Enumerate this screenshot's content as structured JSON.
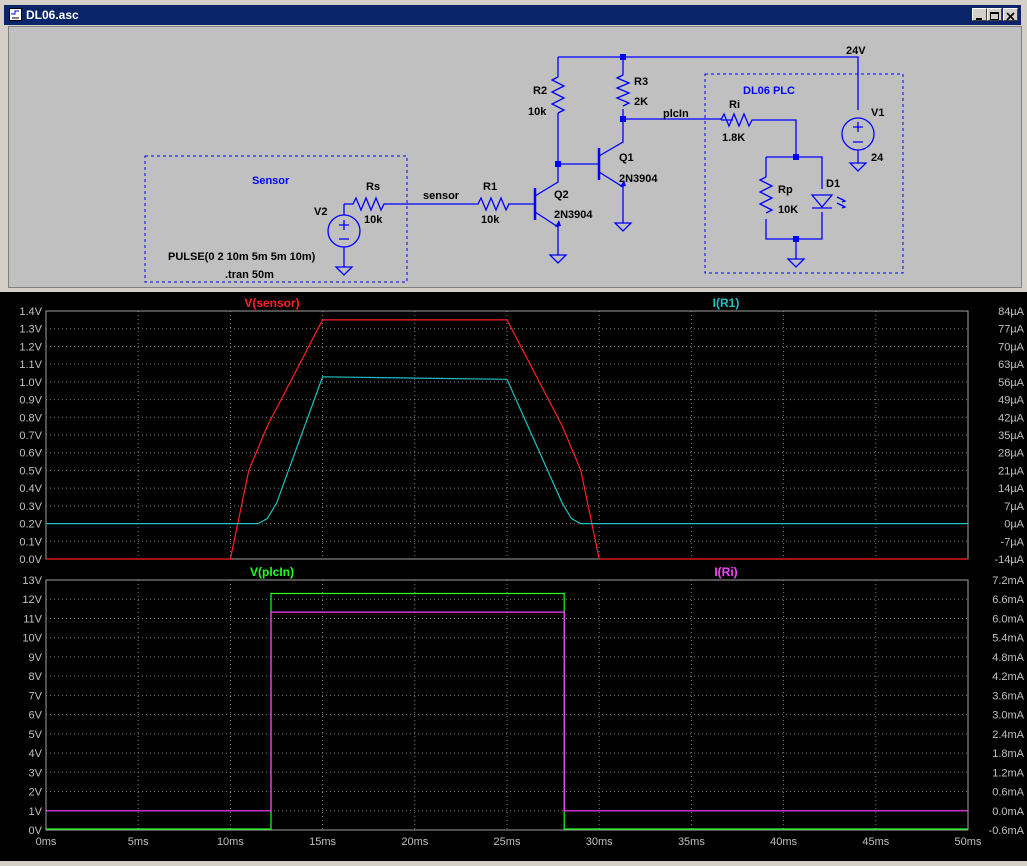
{
  "window": {
    "title": "DL06.asc"
  },
  "schematic": {
    "labels": {
      "net_24v": "24V",
      "net_plcin": "plcIn",
      "net_sensor": "sensor",
      "R2": "R2",
      "R2_val": "10k",
      "R3": "R3",
      "R3_val": "2K",
      "Q1": "Q1",
      "Q1_model": "2N3904",
      "Q2": "Q2",
      "Q2_model": "2N3904",
      "R1": "R1",
      "R1_val": "10k",
      "Rs": "Rs",
      "Rs_val": "10k",
      "V2": "V2",
      "V1": "V1",
      "V1_val": "24",
      "Ri": "Ri",
      "Ri_val": "1.8K",
      "Rp": "Rp",
      "Rp_val": "10K",
      "D1": "D1",
      "sensor_box": "Sensor",
      "plc_box": "DL06 PLC",
      "pulse": "PULSE(0 2 10m 5m 5m 10m)",
      "tran": ".tran 50m"
    }
  },
  "colors": {
    "vsensor": "#ff2020",
    "ir1": "#20c0c0",
    "vplcin": "#20ff20",
    "iri": "#ff40ff",
    "wire": "#0000ff",
    "grid": "#808080"
  },
  "chart_data": [
    {
      "type": "line",
      "x_ticks": [
        "0ms",
        "5ms",
        "10ms",
        "15ms",
        "20ms",
        "25ms",
        "30ms",
        "35ms",
        "40ms",
        "45ms",
        "50ms"
      ],
      "xlim": [
        0,
        50
      ],
      "left_axis": {
        "ylim": [
          0,
          1.4
        ],
        "ticks": [
          "0.0V",
          "0.1V",
          "0.2V",
          "0.3V",
          "0.4V",
          "0.5V",
          "0.6V",
          "0.7V",
          "0.8V",
          "0.9V",
          "1.0V",
          "1.1V",
          "1.2V",
          "1.3V",
          "1.4V"
        ]
      },
      "right_axis": {
        "ylim": [
          -14,
          84
        ],
        "ticks": [
          "-14µA",
          "-7µA",
          "0µA",
          "7µA",
          "14µA",
          "21µA",
          "28µA",
          "35µA",
          "42µA",
          "49µA",
          "56µA",
          "63µA",
          "70µA",
          "77µA",
          "84µA"
        ]
      },
      "series": [
        {
          "name": "V(sensor)",
          "axis": "left",
          "x": [
            0,
            10,
            11,
            12,
            15,
            25,
            28,
            29,
            30,
            50
          ],
          "y": [
            0,
            0,
            0.5,
            0.75,
            1.35,
            1.35,
            0.75,
            0.5,
            0,
            0
          ]
        },
        {
          "name": "I(R1)",
          "axis": "right",
          "x": [
            0,
            11.5,
            12,
            12.5,
            15,
            25,
            28,
            28.5,
            29,
            50
          ],
          "y": [
            0,
            0,
            2,
            8,
            58,
            57,
            8,
            2,
            0,
            0
          ]
        }
      ]
    },
    {
      "type": "line",
      "x_ticks": [
        "0ms",
        "5ms",
        "10ms",
        "15ms",
        "20ms",
        "25ms",
        "30ms",
        "35ms",
        "40ms",
        "45ms",
        "50ms"
      ],
      "xlim": [
        0,
        50
      ],
      "left_axis": {
        "ylim": [
          0,
          13
        ],
        "ticks": [
          "0V",
          "1V",
          "2V",
          "3V",
          "4V",
          "5V",
          "6V",
          "7V",
          "8V",
          "9V",
          "10V",
          "11V",
          "12V",
          "13V"
        ]
      },
      "right_axis": {
        "ylim": [
          -0.6,
          7.2
        ],
        "ticks": [
          "-0.6mA",
          "0.0mA",
          "0.6mA",
          "1.2mA",
          "1.8mA",
          "2.4mA",
          "3.0mA",
          "3.6mA",
          "4.2mA",
          "4.8mA",
          "5.4mA",
          "6.0mA",
          "6.6mA",
          "7.2mA"
        ]
      },
      "series": [
        {
          "name": "V(plcIn)",
          "axis": "left",
          "x": [
            0,
            12.2,
            12.2,
            28.1,
            28.1,
            50
          ],
          "y": [
            0.05,
            0.05,
            12.3,
            12.3,
            0.05,
            0.05
          ]
        },
        {
          "name": "I(Ri)",
          "axis": "right",
          "x": [
            0,
            12.2,
            12.2,
            28.1,
            28.1,
            50
          ],
          "y": [
            0,
            0,
            6.2,
            6.2,
            0,
            0
          ]
        }
      ]
    }
  ]
}
